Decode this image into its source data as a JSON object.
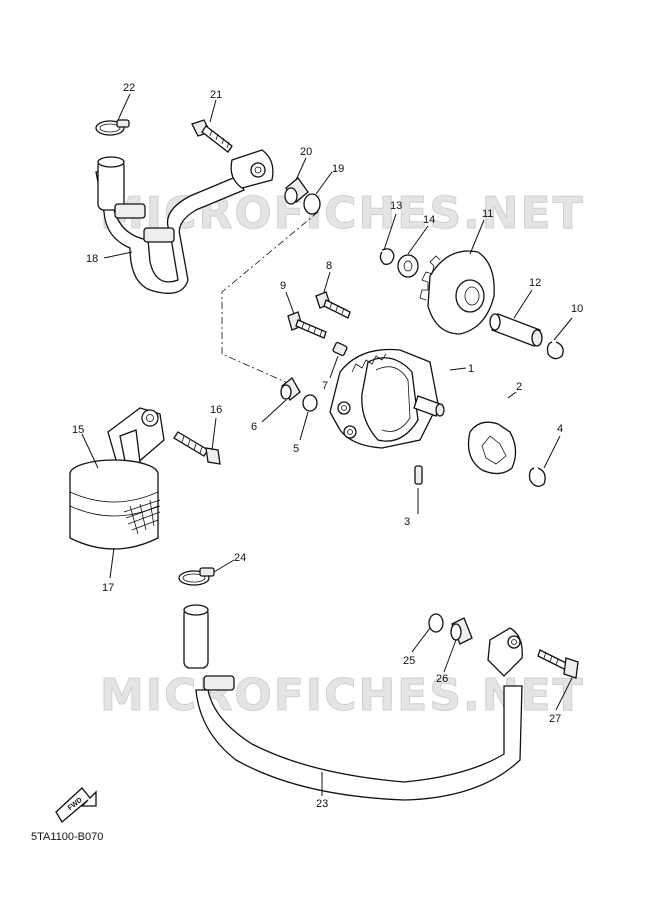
{
  "watermark": "MICROFICHES.NET",
  "diagram_code": "5TA1100-B070",
  "fwd_label": "FWD",
  "callouts": {
    "c1": "1",
    "c2": "2",
    "c3": "3",
    "c4": "4",
    "c5": "5",
    "c6": "6",
    "c7": "7",
    "c8": "8",
    "c9": "9",
    "c10": "10",
    "c11": "11",
    "c12": "12",
    "c13": "13",
    "c14": "14",
    "c15": "15",
    "c16": "16",
    "c17": "17",
    "c18": "18",
    "c19": "19",
    "c20": "20",
    "c21": "21",
    "c22": "22",
    "c23": "23",
    "c24": "24",
    "c25": "25",
    "c26": "26",
    "c27": "27"
  }
}
